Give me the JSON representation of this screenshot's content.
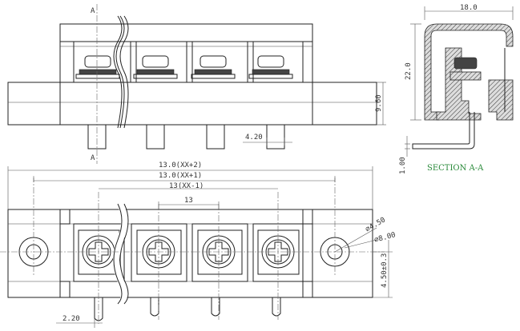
{
  "top_view": {
    "section_marker": "A",
    "dims": {
      "pin_pitch": "4.20",
      "height": "9.60"
    }
  },
  "section_view": {
    "title": "SECTION A-A",
    "dims": {
      "width": "18.0",
      "height": "22.0",
      "thickness": "1.00"
    }
  },
  "front_view": {
    "dims": {
      "overall_1": "13.0(XX+2)",
      "overall_2": "13.0(XX+1)",
      "overall_3": "13(XX-1)",
      "pitch": "13",
      "hole_outer": "⌀4.50",
      "hole_inner": "⌀8.00",
      "vertical": "4.50±0.3",
      "pin": "2.20"
    }
  },
  "colors": {
    "line": "#222222",
    "section_title": "#2a8a3a"
  }
}
